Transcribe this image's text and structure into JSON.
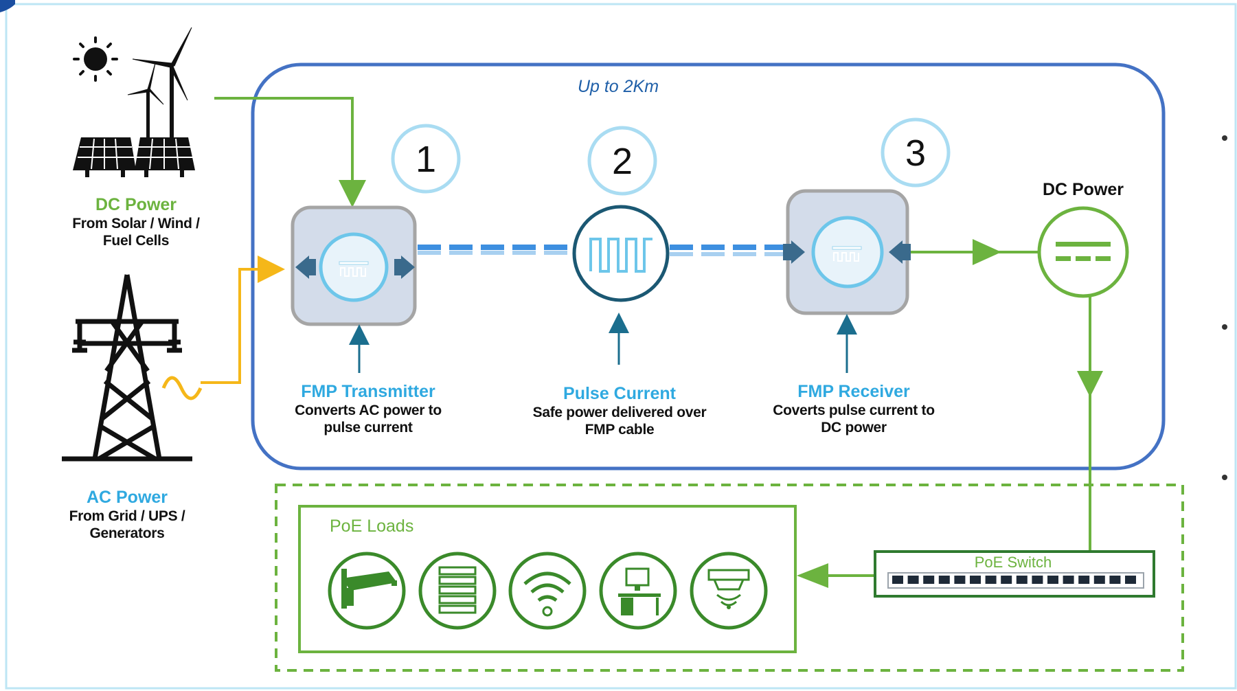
{
  "range_label": "Up to 2Km",
  "steps": [
    "1",
    "2",
    "3"
  ],
  "dc_source": {
    "title": "DC Power",
    "line1": "From Solar / Wind /",
    "line2": "Fuel Cells"
  },
  "ac_source": {
    "title": "AC Power",
    "line1": "From Grid / UPS /",
    "line2": "Generators"
  },
  "transmitter": {
    "title": "FMP Transmitter",
    "line1": "Converts AC power to",
    "line2": "pulse current"
  },
  "pulse": {
    "title": "Pulse Current",
    "line1": "Safe power delivered over",
    "line2": "FMP cable"
  },
  "receiver": {
    "title": "FMP Receiver",
    "line1": "Coverts pulse current to",
    "line2": "DC power"
  },
  "dc_output": {
    "title": "DC Power"
  },
  "poe_loads": {
    "title": "PoE Loads",
    "icons": [
      "camera-icon",
      "server-icon",
      "wifi-icon",
      "workstation-icon",
      "sensor-icon"
    ]
  },
  "poe_switch": {
    "label": "PoE Switch"
  },
  "colors": {
    "green": "#6cb33f",
    "blue_frame": "#4472c4",
    "cyan": "#2fa9e0",
    "amber": "#f5b719",
    "dark_teal": "#1b5873"
  }
}
